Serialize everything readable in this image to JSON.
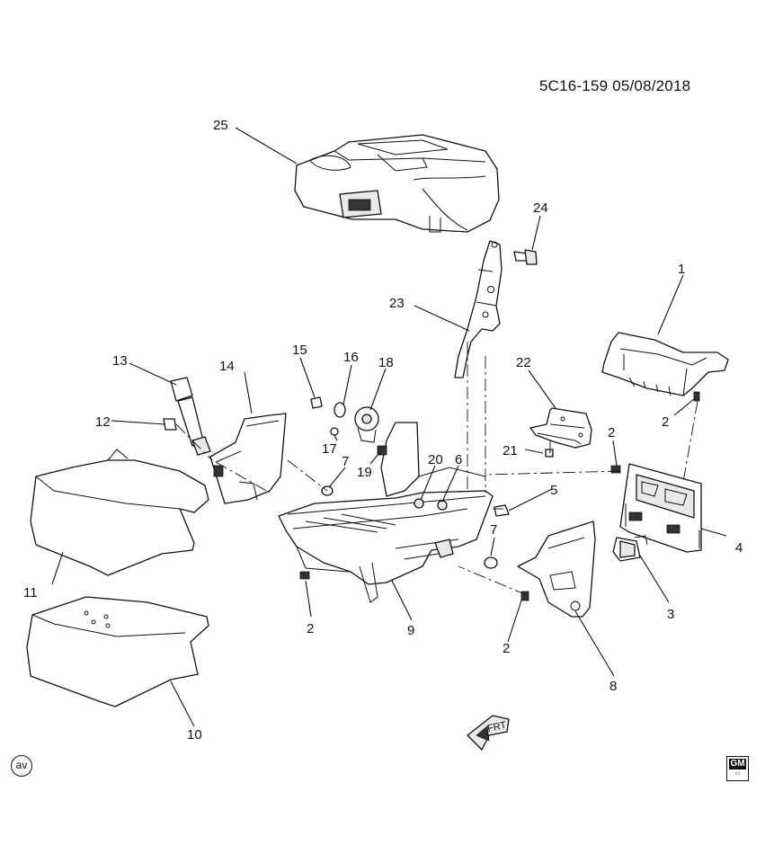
{
  "diagram": {
    "doc_id": "5C16-159  05/08/2018",
    "front_arrow_label": "FRT",
    "badge_av": "av",
    "logo_text": "GM",
    "callouts": [
      "1",
      "2",
      "2",
      "2",
      "2",
      "3",
      "4",
      "5",
      "6",
      "7",
      "7",
      "8",
      "9",
      "10",
      "11",
      "12",
      "13",
      "14",
      "15",
      "16",
      "17",
      "18",
      "19",
      "20",
      "21",
      "22",
      "23",
      "24",
      "25"
    ]
  }
}
